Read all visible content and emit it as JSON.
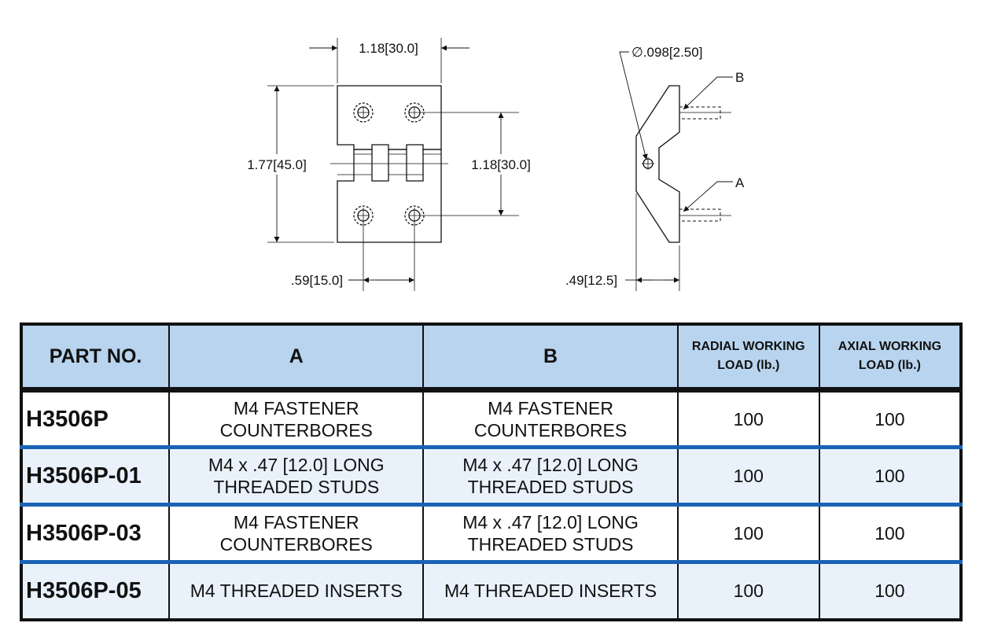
{
  "drawing": {
    "front_view": {
      "width": "1.18[30.0]",
      "height": "1.77[45.0]",
      "hole_spacing": "1.18[30.0]",
      "hole_offset": ".59[15.0]"
    },
    "side_view": {
      "hole_dia": "∅.098[2.50]",
      "depth": ".49[12.5]",
      "label_b": "B",
      "label_a": "A"
    }
  },
  "table": {
    "headers": [
      "PART NO.",
      "A",
      "B",
      "RADIAL WORKING LOAD (lb.)",
      "AXIAL WORKING LOAD (lb.)"
    ],
    "header_lines": {
      "radial": [
        "RADIAL WORKING",
        "LOAD (lb.)"
      ],
      "axial": [
        "AXIAL WORKING",
        "LOAD (lb.)"
      ]
    },
    "rows": [
      {
        "part": "H3506P",
        "a": [
          "M4 FASTENER",
          "COUNTERBORES"
        ],
        "b": [
          "M4 FASTENER",
          "COUNTERBORES"
        ],
        "radial": "100",
        "axial": "100"
      },
      {
        "part": "H3506P-01",
        "a": [
          "M4 x .47 [12.0] LONG",
          "THREADED STUDS"
        ],
        "b": [
          "M4 x .47 [12.0] LONG",
          "THREADED STUDS"
        ],
        "radial": "100",
        "axial": "100"
      },
      {
        "part": "H3506P-03",
        "a": [
          "M4 FASTENER",
          "COUNTERBORES"
        ],
        "b": [
          "M4 x .47 [12.0] LONG",
          "THREADED STUDS"
        ],
        "radial": "100",
        "axial": "100"
      },
      {
        "part": "H3506P-05",
        "a": [
          "M4 THREADED INSERTS"
        ],
        "b": [
          "M4 THREADED INSERTS"
        ],
        "radial": "100",
        "axial": "100"
      }
    ]
  }
}
